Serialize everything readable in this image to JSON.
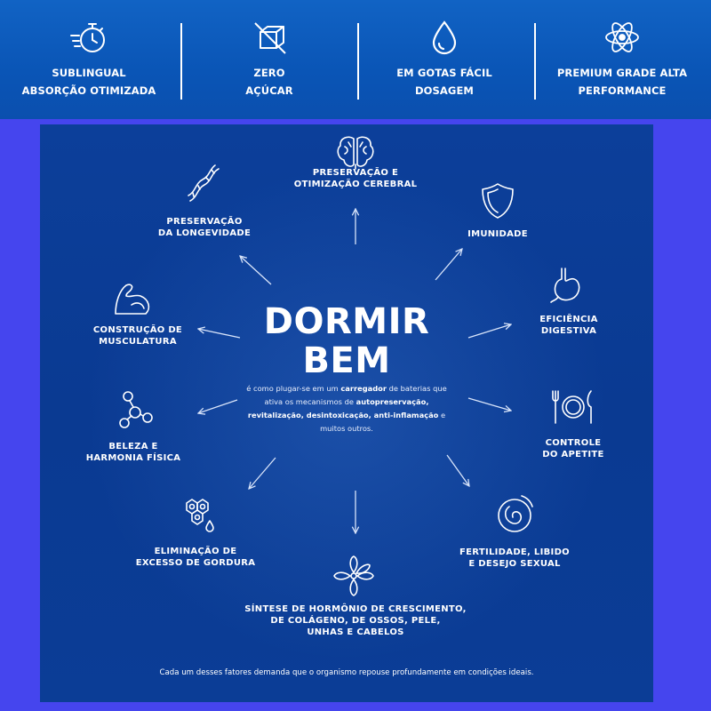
{
  "features": [
    {
      "icon": "stopwatch-speed-icon",
      "lines": [
        "SUBLINGUAL",
        "ABSORÇÃO OTIMIZADA"
      ]
    },
    {
      "icon": "no-sugar-icon",
      "lines": [
        "ZERO",
        "AÇÚCAR"
      ]
    },
    {
      "icon": "drop-icon",
      "lines": [
        "EM GOTAS FÁCIL",
        "DOSAGEM"
      ]
    },
    {
      "icon": "atom-icon",
      "lines": [
        "PREMIUM GRADE ALTA",
        "PERFORMANCE"
      ]
    }
  ],
  "center": {
    "title_lines": [
      "DORMIR",
      "BEM"
    ],
    "text_parts": [
      {
        "t": "é como plugar-se em um ",
        "b": false
      },
      {
        "t": "carregador",
        "b": true
      },
      {
        "t": " de baterias que ativa os mecanismos de ",
        "b": false
      },
      {
        "t": "autopreservação, revitalização, desintoxicação, anti-inflamação",
        "b": true
      },
      {
        "t": " e muitos outros.",
        "b": false
      }
    ]
  },
  "nodes": [
    {
      "id": "brain",
      "icon": "brain-icon",
      "lines": [
        "PRESERVAÇÃO E",
        "OTIMIZAÇÃO CEREBRAL"
      ]
    },
    {
      "id": "shield",
      "icon": "shield-icon",
      "lines": [
        "IMUNIDADE"
      ]
    },
    {
      "id": "stomach",
      "icon": "stomach-icon",
      "lines": [
        "EFICIÊNCIA",
        "DIGESTIVA"
      ]
    },
    {
      "id": "plate",
      "icon": "plate-cutlery-icon",
      "lines": [
        "CONTROLE",
        "DO APETITE"
      ]
    },
    {
      "id": "fertility",
      "icon": "pregnancy-icon",
      "lines": [
        "FERTILIDADE, LIBIDO",
        "E DESEJO SEXUAL"
      ]
    },
    {
      "id": "flower",
      "icon": "flower-icon",
      "lines": [
        "SÍNTESE DE HORMÔNIO DE CRESCIMENTO,",
        "DE COLÁGENO, DE OSSOS, PELE,",
        "UNHAS E CABELOS"
      ]
    },
    {
      "id": "fat",
      "icon": "fat-cells-icon",
      "lines": [
        "ELIMINAÇÃO DE",
        "EXCESSO DE GORDURA"
      ]
    },
    {
      "id": "molecule",
      "icon": "molecule-icon",
      "lines": [
        "BELEZA E",
        "HARMONIA FÍSICA"
      ]
    },
    {
      "id": "muscle",
      "icon": "bicep-icon",
      "lines": [
        "CONSTRUÇÃO DE",
        "MUSCULATURA"
      ]
    },
    {
      "id": "dna",
      "icon": "dna-icon",
      "lines": [
        "PRESERVAÇÃO",
        "DA LONGEVIDADE"
      ]
    }
  ],
  "footnote": "Cada um desses fatores demanda que o organismo repouse profundamente em condições ideais.",
  "colors": {
    "banner": "#0a55b6",
    "panel": "#0b3d96",
    "page_border": "#4545ee",
    "text": "#ffffff"
  }
}
